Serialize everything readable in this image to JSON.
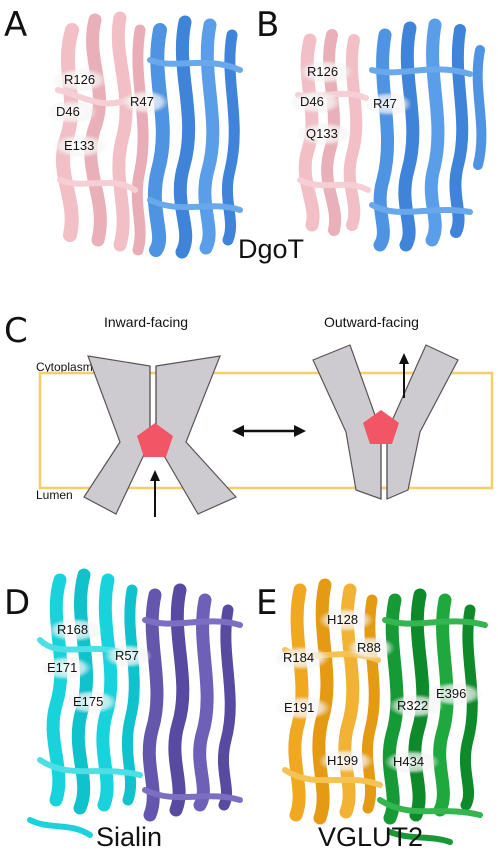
{
  "panels": {
    "A": {
      "letter": "A",
      "residues": [
        "R126",
        "D46",
        "R47",
        "E133"
      ]
    },
    "B": {
      "letter": "B",
      "residues": [
        "R126",
        "D46",
        "R47",
        "Q133"
      ]
    },
    "AB_name": "DgoT",
    "C": {
      "letter": "C",
      "inward_label": "Inward-facing",
      "outward_label": "Outward-facing",
      "cytoplasm_label": "Cytoplasm",
      "lumen_label": "Lumen"
    },
    "D": {
      "letter": "D",
      "residues": [
        "R168",
        "E171",
        "R57",
        "E175"
      ],
      "name": "Sialin"
    },
    "E": {
      "letter": "E",
      "residues": [
        "H128",
        "R184",
        "R88",
        "E396",
        "R322",
        "E191",
        "H199",
        "H434"
      ],
      "name": "VGLUT2"
    }
  },
  "colors": {
    "dgot_domain_n": "#f2bfc6",
    "dgot_domain_c": "#4f93e3",
    "sialin_domain_n": "#18d3dc",
    "sialin_domain_c": "#6456ad",
    "vglut2_domain_n": "#f0a820",
    "vglut2_domain_c": "#169a35",
    "membrane": "#f5cd6a",
    "transporter_gray": "#cdcbd0",
    "substrate": "#f25566"
  }
}
